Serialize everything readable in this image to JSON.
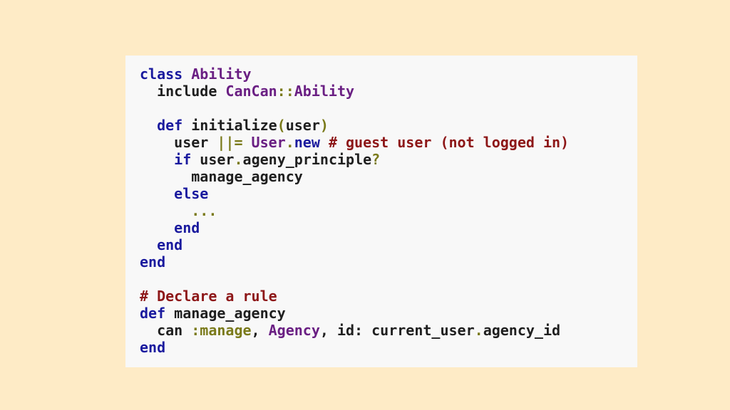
{
  "colors": {
    "background": "#feebc6",
    "panel": "#f8f8f8",
    "keyword": "#1a1a9e",
    "class": "#6a1f83",
    "text": "#1f1f1f",
    "comment": "#8d1718",
    "symbol": "#7a7a1a"
  },
  "code": {
    "lines": [
      [
        {
          "kind": "keyword",
          "text": "class"
        },
        {
          "kind": "text",
          "text": " "
        },
        {
          "kind": "class",
          "text": "Ability"
        }
      ],
      [
        {
          "kind": "text",
          "text": "  include "
        },
        {
          "kind": "class",
          "text": "CanCan"
        },
        {
          "kind": "symbol",
          "text": "::"
        },
        {
          "kind": "class",
          "text": "Ability"
        }
      ],
      [],
      [
        {
          "kind": "text",
          "text": "  "
        },
        {
          "kind": "keyword",
          "text": "def"
        },
        {
          "kind": "text",
          "text": " initialize"
        },
        {
          "kind": "symbol",
          "text": "("
        },
        {
          "kind": "text",
          "text": "user"
        },
        {
          "kind": "symbol",
          "text": ")"
        }
      ],
      [
        {
          "kind": "text",
          "text": "    user "
        },
        {
          "kind": "symbol",
          "text": "||="
        },
        {
          "kind": "text",
          "text": " "
        },
        {
          "kind": "class",
          "text": "User"
        },
        {
          "kind": "symbol",
          "text": "."
        },
        {
          "kind": "keyword",
          "text": "new"
        },
        {
          "kind": "text",
          "text": " "
        },
        {
          "kind": "comment",
          "text": "# guest user (not logged in)"
        }
      ],
      [
        {
          "kind": "text",
          "text": "    "
        },
        {
          "kind": "keyword",
          "text": "if"
        },
        {
          "kind": "text",
          "text": " user"
        },
        {
          "kind": "symbol",
          "text": "."
        },
        {
          "kind": "text",
          "text": "ageny_principle"
        },
        {
          "kind": "symbol",
          "text": "?"
        }
      ],
      [
        {
          "kind": "text",
          "text": "      manage_agency"
        }
      ],
      [
        {
          "kind": "text",
          "text": "    "
        },
        {
          "kind": "keyword",
          "text": "else"
        }
      ],
      [
        {
          "kind": "text",
          "text": "      "
        },
        {
          "kind": "symbol",
          "text": "..."
        }
      ],
      [
        {
          "kind": "text",
          "text": "    "
        },
        {
          "kind": "keyword",
          "text": "end"
        }
      ],
      [
        {
          "kind": "text",
          "text": "  "
        },
        {
          "kind": "keyword",
          "text": "end"
        }
      ],
      [
        {
          "kind": "keyword",
          "text": "end"
        }
      ],
      [],
      [
        {
          "kind": "comment",
          "text": "# Declare a rule"
        }
      ],
      [
        {
          "kind": "keyword",
          "text": "def"
        },
        {
          "kind": "text",
          "text": " manage_agency"
        }
      ],
      [
        {
          "kind": "text",
          "text": "  can "
        },
        {
          "kind": "symbol",
          "text": ":manage"
        },
        {
          "kind": "text",
          "text": ", "
        },
        {
          "kind": "class",
          "text": "Agency"
        },
        {
          "kind": "text",
          "text": ", id: current_user"
        },
        {
          "kind": "symbol",
          "text": "."
        },
        {
          "kind": "text",
          "text": "agency_id"
        }
      ],
      [
        {
          "kind": "keyword",
          "text": "end"
        }
      ]
    ]
  }
}
